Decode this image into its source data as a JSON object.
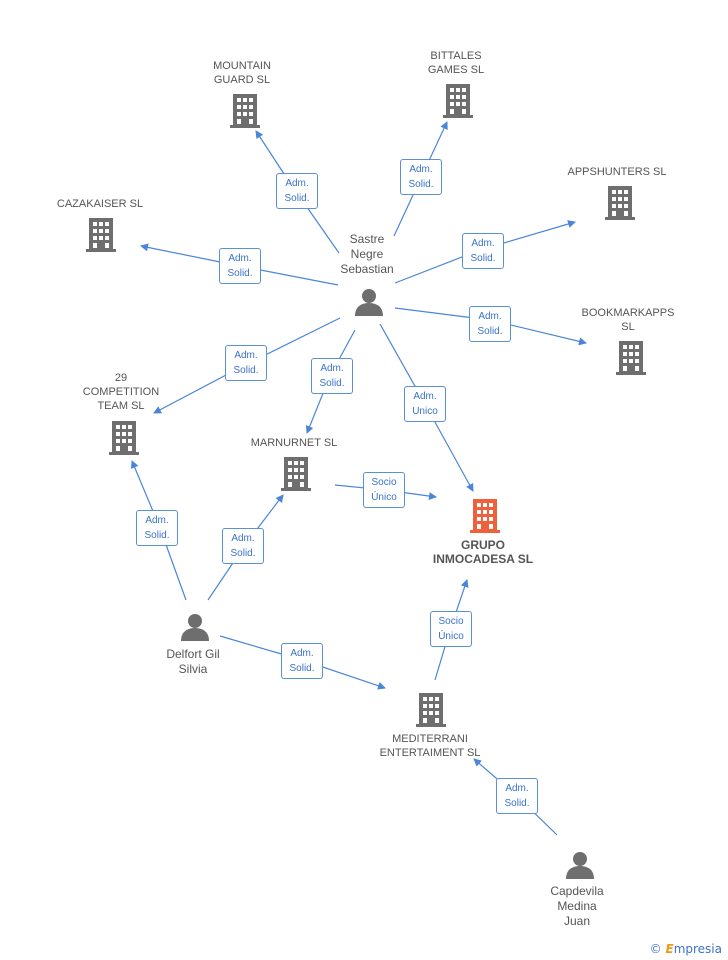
{
  "nodes": [
    {
      "id": "mountain",
      "type": "company",
      "label": "MOUNTAIN\nGUARD  SL"
    },
    {
      "id": "bittales",
      "type": "company",
      "label": "BITTALES\nGAMES SL"
    },
    {
      "id": "appshunters",
      "type": "company",
      "label": "APPSHUNTERS SL"
    },
    {
      "id": "cazakaiser",
      "type": "company",
      "label": "CAZAKAISER SL"
    },
    {
      "id": "bookmarkapps",
      "type": "company",
      "label": "BOOKMARKAPPS\nSL"
    },
    {
      "id": "competition",
      "type": "company",
      "label": "29\nCOMPETITION\nTEAM  SL"
    },
    {
      "id": "marnurnet",
      "type": "company",
      "label": "MARNURNET SL"
    },
    {
      "id": "grupo",
      "type": "company-main",
      "label": "GRUPO\nINMOCADESA SL"
    },
    {
      "id": "mediterrani",
      "type": "company",
      "label": "MEDITERRANI\nENTERTAIMENT SL"
    },
    {
      "id": "sastre",
      "type": "person",
      "label": "Sastre\nNegre\nSebastian"
    },
    {
      "id": "delfort",
      "type": "person",
      "label": "Delfort Gil\nSilvia"
    },
    {
      "id": "capdevila",
      "type": "person",
      "label": "Capdevila\nMedina\nJuan"
    }
  ],
  "edges": [
    {
      "from": "sastre",
      "to": "mountain",
      "label": "Adm.\nSolid."
    },
    {
      "from": "sastre",
      "to": "bittales",
      "label": "Adm.\nSolid."
    },
    {
      "from": "sastre",
      "to": "appshunters",
      "label": "Adm.\nSolid."
    },
    {
      "from": "sastre",
      "to": "cazakaiser",
      "label": "Adm.\nSolid."
    },
    {
      "from": "sastre",
      "to": "bookmarkapps",
      "label": "Adm.\nSolid."
    },
    {
      "from": "sastre",
      "to": "competition",
      "label": "Adm.\nSolid."
    },
    {
      "from": "sastre",
      "to": "marnurnet",
      "label": "Adm.\nSolid."
    },
    {
      "from": "sastre",
      "to": "grupo",
      "label": "Adm.\nUnico"
    },
    {
      "from": "marnurnet",
      "to": "grupo",
      "label": "Socio\nÚnico"
    },
    {
      "from": "delfort",
      "to": "competition",
      "label": "Adm.\nSolid."
    },
    {
      "from": "delfort",
      "to": "marnurnet",
      "label": "Adm.\nSolid."
    },
    {
      "from": "delfort",
      "to": "mediterrani",
      "label": "Adm.\nSolid."
    },
    {
      "from": "mediterrani",
      "to": "grupo",
      "label": "Socio\nÚnico"
    },
    {
      "from": "capdevila",
      "to": "mediterrani",
      "label": "Adm.\nSolid."
    }
  ],
  "colors": {
    "edge": "#4a86d8",
    "building": "#6e6e6e",
    "building_main": "#f0603a",
    "person": "#6e6e6e"
  },
  "footer": {
    "copyright": "©",
    "brand_first": "E",
    "brand_rest": "mpresia"
  }
}
